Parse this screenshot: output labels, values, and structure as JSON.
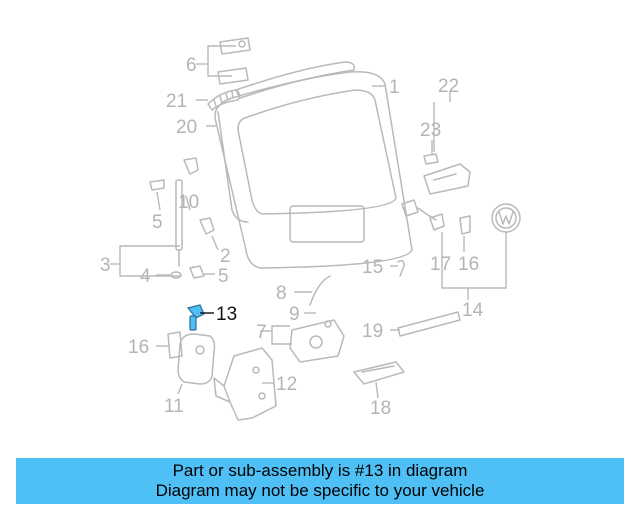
{
  "diagram": {
    "callouts": [
      {
        "id": "c1",
        "text": "1"
      },
      {
        "id": "c2",
        "text": "2"
      },
      {
        "id": "c3",
        "text": "3"
      },
      {
        "id": "c4",
        "text": "4"
      },
      {
        "id": "c5a",
        "text": "5"
      },
      {
        "id": "c5b",
        "text": "5"
      },
      {
        "id": "c6",
        "text": "6"
      },
      {
        "id": "c7",
        "text": "7"
      },
      {
        "id": "c8",
        "text": "8"
      },
      {
        "id": "c9",
        "text": "9"
      },
      {
        "id": "c10",
        "text": "10"
      },
      {
        "id": "c11",
        "text": "11"
      },
      {
        "id": "c12",
        "text": "12"
      },
      {
        "id": "c13",
        "text": "13",
        "highlighted": true
      },
      {
        "id": "c14",
        "text": "14"
      },
      {
        "id": "c15",
        "text": "15"
      },
      {
        "id": "c16a",
        "text": "16"
      },
      {
        "id": "c16b",
        "text": "16"
      },
      {
        "id": "c17",
        "text": "17"
      },
      {
        "id": "c18",
        "text": "18"
      },
      {
        "id": "c19",
        "text": "19"
      },
      {
        "id": "c20",
        "text": "20"
      },
      {
        "id": "c21",
        "text": "21"
      },
      {
        "id": "c22",
        "text": "22"
      },
      {
        "id": "c23",
        "text": "23"
      }
    ],
    "colors": {
      "part": "#b9b9b9",
      "highlight_part": "#4fc0f5",
      "banner": "#4fc0f5"
    }
  },
  "banner": {
    "line1": "Part or sub-assembly is #13 in diagram",
    "line2": "Diagram may not be specific to your vehicle"
  }
}
